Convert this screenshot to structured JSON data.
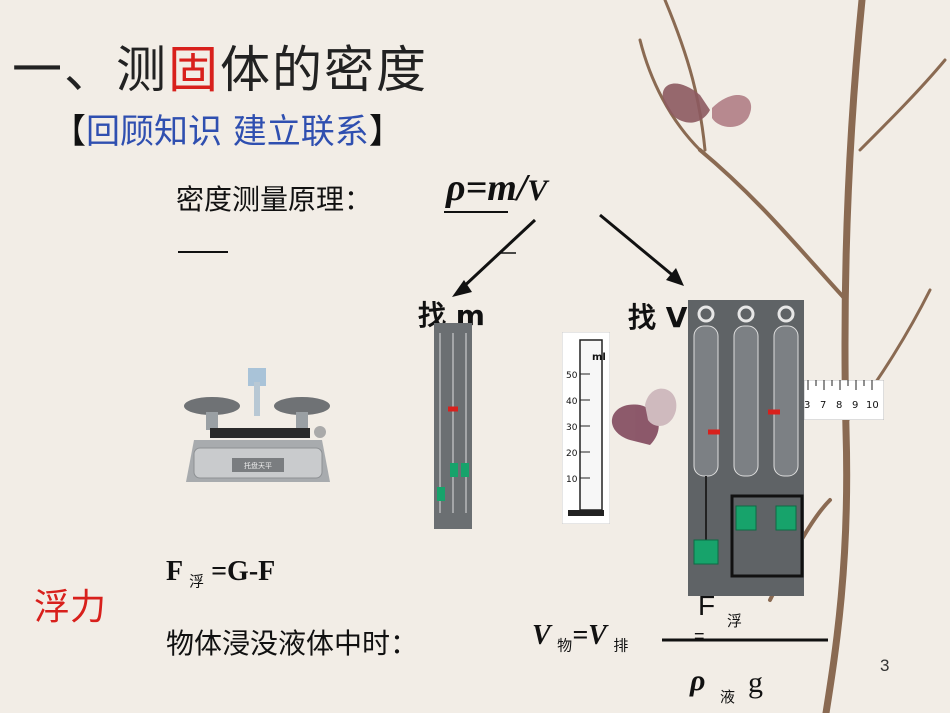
{
  "slide": {
    "title_pre": "一、测",
    "title_red": "固",
    "title_post": "体的密度",
    "subtitle_open": "【",
    "subtitle_text": "回顾知识 建立联系",
    "subtitle_close": "】",
    "principle_label": "密度测量原理：",
    "formula_main": "ρ=m/",
    "formula_v": "V",
    "find_m": "找 m",
    "find_v": "找 V",
    "buoyancy_label": "浮力",
    "buoy_formula_F": "F",
    "buoy_formula_sub": "浮",
    "buoy_formula_rest": "=G-F",
    "immersed_label": "物体浸没液体中时：",
    "v_obj": "V",
    "v_obj_sub": "物",
    "v_eq": "=V",
    "v_pai_sub": "排",
    "v_eq2": "=",
    "frac_num_F": "F",
    "frac_num_sub": "浮",
    "frac_den_rho": "ρ",
    "frac_den_sub": "液",
    "frac_den_g": "g",
    "page_number": "3"
  },
  "cylinder": {
    "unit": "ml",
    "ticks": [
      "50",
      "40",
      "30",
      "20",
      "10"
    ]
  },
  "balance": {
    "nameplate": "托盘天平"
  },
  "ruler": {
    "ticks": [
      "3",
      "7",
      "8",
      "9",
      "10"
    ]
  },
  "colors": {
    "accent_red": "#d8201c",
    "accent_blue": "#2f4fb0",
    "water_green": "#17a36b"
  }
}
